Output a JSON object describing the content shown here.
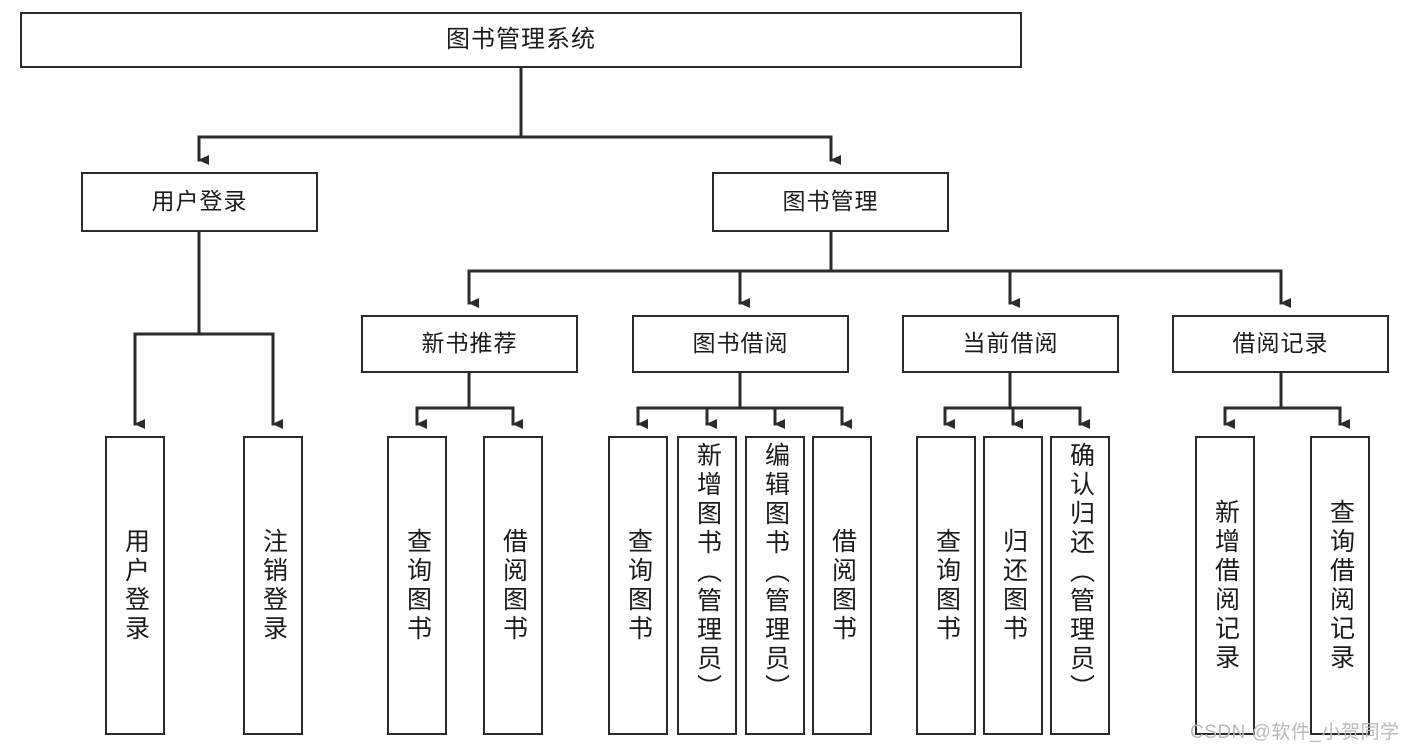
{
  "diagram": {
    "type": "tree",
    "title": "图书管理系统",
    "orientation": "top-down",
    "line_color": "#2b2b2b",
    "box_fill": "#ffffff",
    "text_color": "#1b1b1b"
  },
  "nodes": {
    "root": {
      "label": "图书管理系统",
      "level": 1
    },
    "l2": [
      {
        "id": "user-login",
        "label": "用户登录",
        "level": 2
      },
      {
        "id": "book-manage",
        "label": "图书管理",
        "level": 2
      }
    ],
    "l3": [
      {
        "id": "new-book-rec",
        "label": "新书推荐",
        "level": 3,
        "parent": "book-manage"
      },
      {
        "id": "book-borrow",
        "label": "图书借阅",
        "level": 3,
        "parent": "book-manage"
      },
      {
        "id": "current-borrow",
        "label": "当前借阅",
        "level": 3,
        "parent": "book-manage"
      },
      {
        "id": "borrow-record",
        "label": "借阅记录",
        "level": 3,
        "parent": "book-manage"
      }
    ],
    "leaves": [
      {
        "id": "leaf-user-login",
        "label": "用户登录",
        "parent": "user-login"
      },
      {
        "id": "leaf-user-logout",
        "label": "注销登录",
        "parent": "user-login"
      },
      {
        "id": "leaf-rec-query",
        "label": "查询图书",
        "parent": "new-book-rec"
      },
      {
        "id": "leaf-rec-borrow",
        "label": "借阅图书",
        "parent": "new-book-rec"
      },
      {
        "id": "leaf-borrow-query",
        "label": "查询图书",
        "parent": "book-borrow"
      },
      {
        "id": "leaf-borrow-add",
        "label": "新增图书（管理员）",
        "parent": "book-borrow"
      },
      {
        "id": "leaf-borrow-edit",
        "label": "编辑图书（管理员）",
        "parent": "book-borrow"
      },
      {
        "id": "leaf-borrow-do",
        "label": "借阅图书",
        "parent": "book-borrow"
      },
      {
        "id": "leaf-cur-query",
        "label": "查询图书",
        "parent": "current-borrow"
      },
      {
        "id": "leaf-cur-return",
        "label": "归还图书",
        "parent": "current-borrow"
      },
      {
        "id": "leaf-cur-confirm",
        "label": "确认归还（管理员）",
        "parent": "current-borrow"
      },
      {
        "id": "leaf-rec-add",
        "label": "新增借阅记录",
        "parent": "borrow-record"
      },
      {
        "id": "leaf-rec-search",
        "label": "查询借阅记录",
        "parent": "borrow-record"
      }
    ]
  },
  "watermark": {
    "text": "CSDN @软件_小贺同学"
  }
}
